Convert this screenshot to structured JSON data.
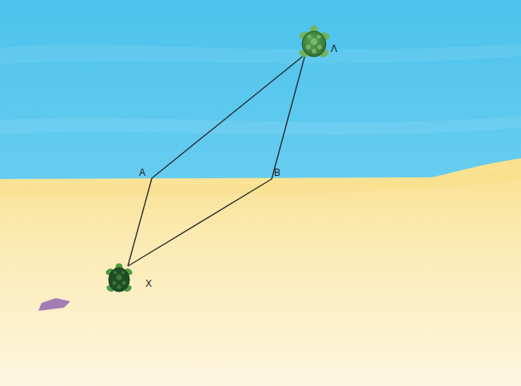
{
  "diagram": {
    "labels": [
      "Λ",
      "A",
      "B",
      "X"
    ]
  }
}
